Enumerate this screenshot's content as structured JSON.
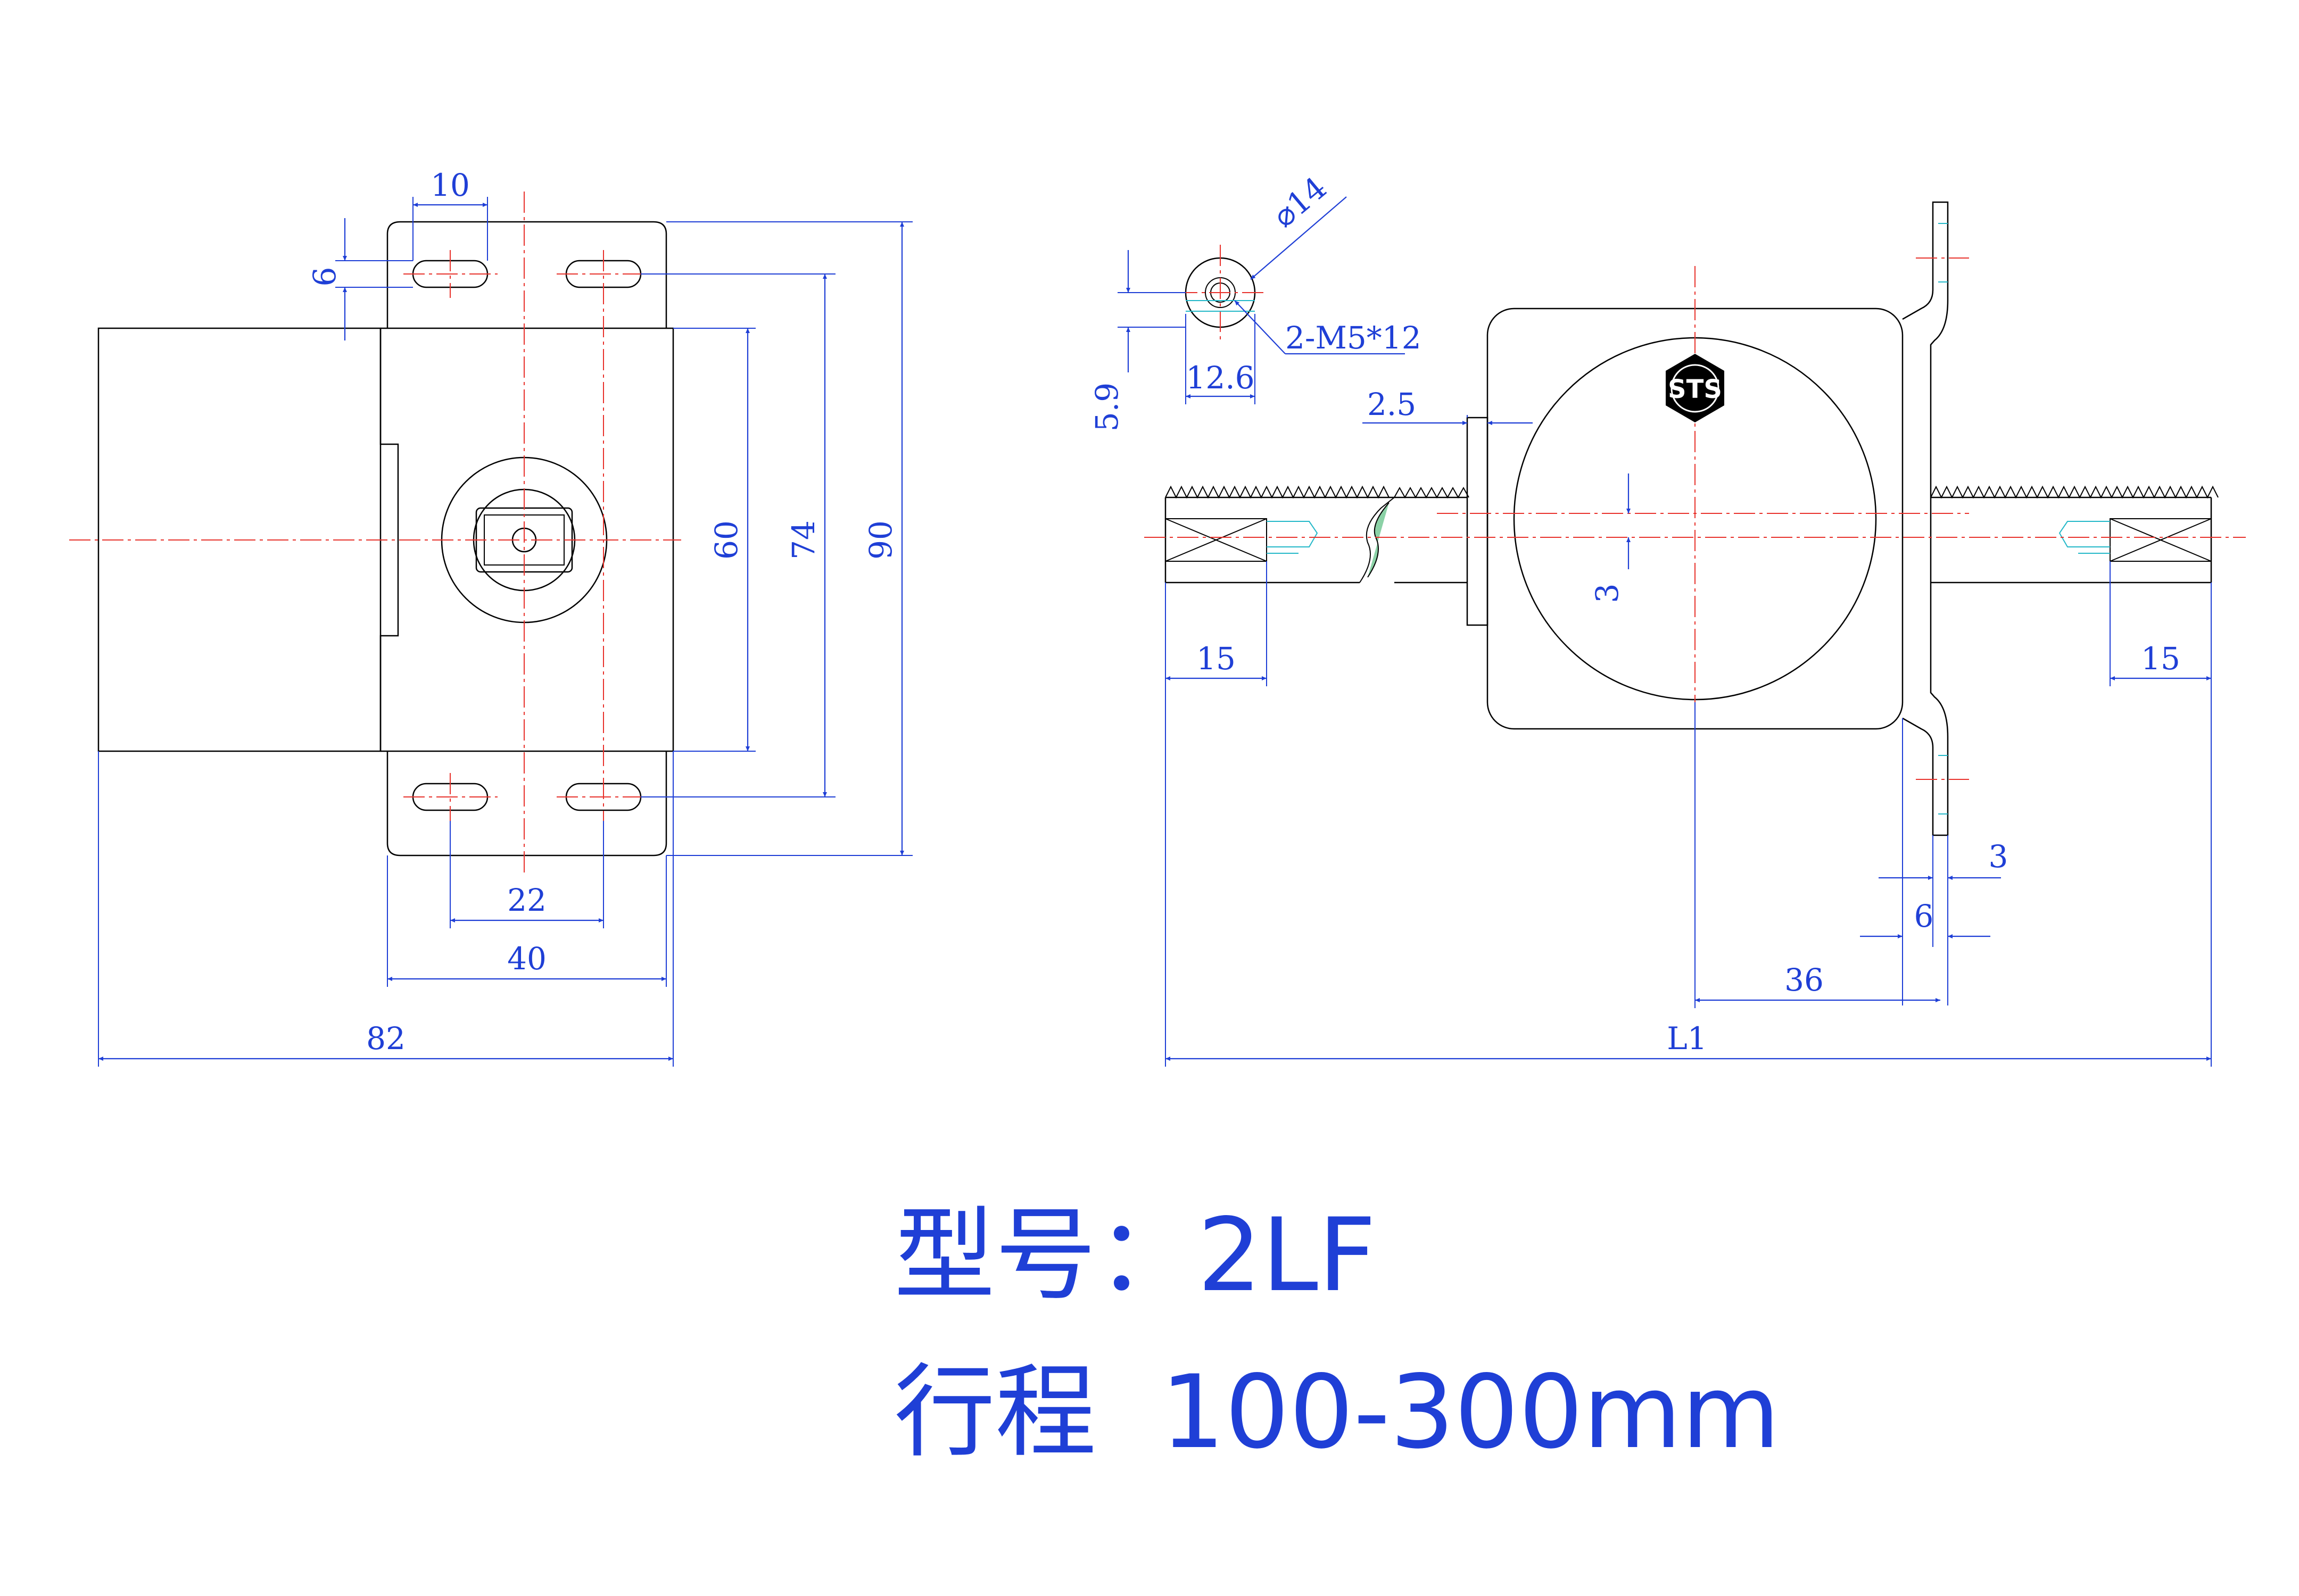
{
  "front_view": {
    "dims": {
      "slot_width": "10",
      "slot_height": "6",
      "height_60": "60",
      "height_74": "74",
      "height_90": "90",
      "hole_spacing_22": "22",
      "flange_width_40": "40",
      "overall_82": "82"
    }
  },
  "side_view": {
    "dims": {
      "rod_dia": "⌀14",
      "rod_thread": "2-M5*12",
      "rod_across": "12.6",
      "rod_offset": "5.9",
      "plate_gap": "2.5",
      "offset_3": "3",
      "end_left_15": "15",
      "end_right_15": "15",
      "bracket_3": "3",
      "bracket_6": "6",
      "center_36": "36",
      "total_length": "L1"
    },
    "logo": "STS"
  },
  "caption": {
    "model": "型号：2LF",
    "stroke": "行程  100-300mm"
  },
  "colors": {
    "outline": "#000000",
    "centerline": "#e8322c",
    "dimension": "#1f3fd6",
    "hidden": "#24b8c8",
    "thread_mark": "#3db36a"
  }
}
